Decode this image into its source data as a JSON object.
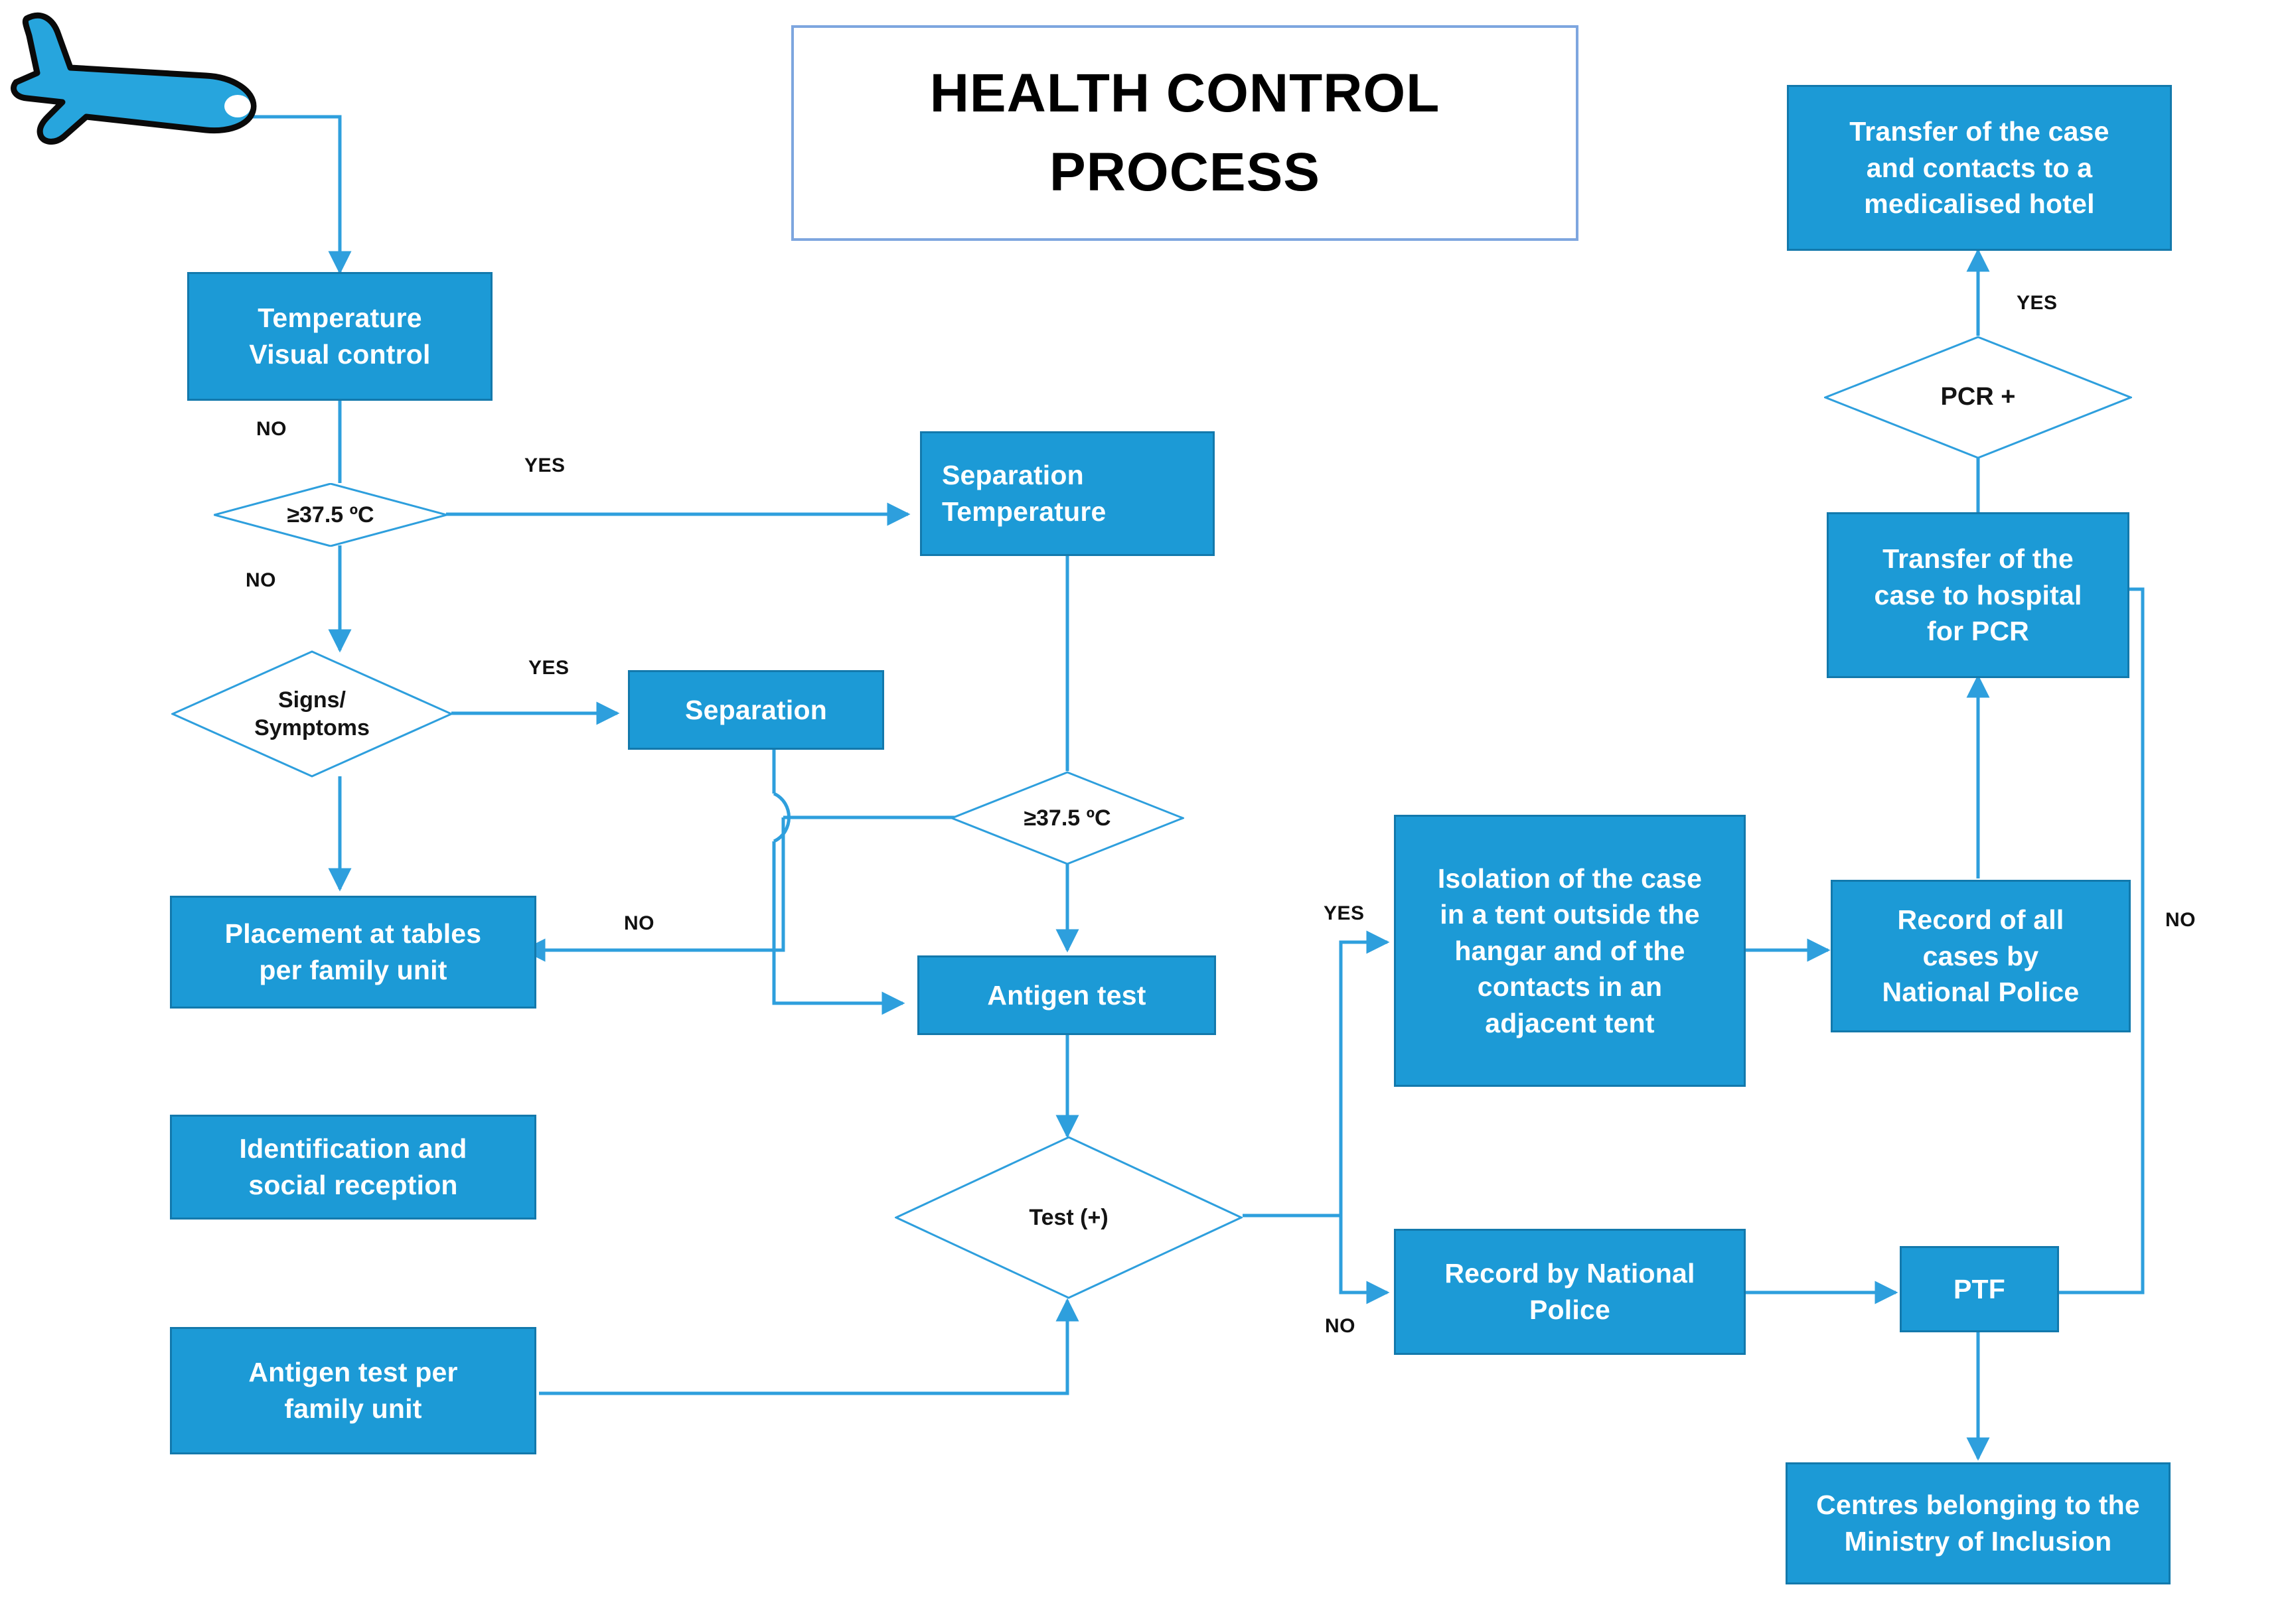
{
  "title": {
    "line1": "HEALTH CONTROL",
    "line2": "PROCESS",
    "border_color": "#7EA6DF"
  },
  "theme": {
    "node_fill": "#1C9AD6",
    "node_border": "#1379AC",
    "connector": "#2E9FDD",
    "node_text": "#FFFFFF",
    "label_text": "#111111",
    "background": "#FFFFFF"
  },
  "icons": {
    "airplane": "airplane-icon"
  },
  "nodes": {
    "temperature_visual_control": "Temperature\nVisual control",
    "separation_temperature": "Separation\nTemperature",
    "separation": "Separation",
    "placement_tables": "Placement at tables\nper family unit",
    "identification_social": "Identification and\nsocial reception",
    "antigen_test_family": "Antigen test per\nfamily unit",
    "antigen_test": "Antigen test",
    "isolation_tent": "Isolation of the case\nin a tent outside the\nhangar and of the\ncontacts in an\nadjacent tent",
    "record_all_cases": "Record of all\ncases by\nNational Police",
    "record_by_police": "Record by National\nPolice",
    "transfer_hospital_pcr": "Transfer of the\ncase to hospital\nfor PCR",
    "transfer_hotel": "Transfer of the case\nand contacts to a\nmedicalised hotel",
    "ptf": "PTF",
    "centres_ministry": "Centres belonging to the\nMinistry of Inclusion"
  },
  "decisions": {
    "temp_check_1": "≥37.5 ºC",
    "signs_symptoms": "Signs/\nSymptoms",
    "temp_check_2": "≥37.5 ºC",
    "test_positive": "Test (+)",
    "pcr_positive": "PCR +"
  },
  "edge_labels": {
    "temp_box_to_d1": "NO",
    "d1_yes": "YES",
    "d1_no": "NO",
    "signs_yes": "YES",
    "signs_no_return": "NO",
    "test_yes": "YES",
    "test_no": "NO",
    "pcr_yes": "YES",
    "pcr_no": "NO"
  }
}
